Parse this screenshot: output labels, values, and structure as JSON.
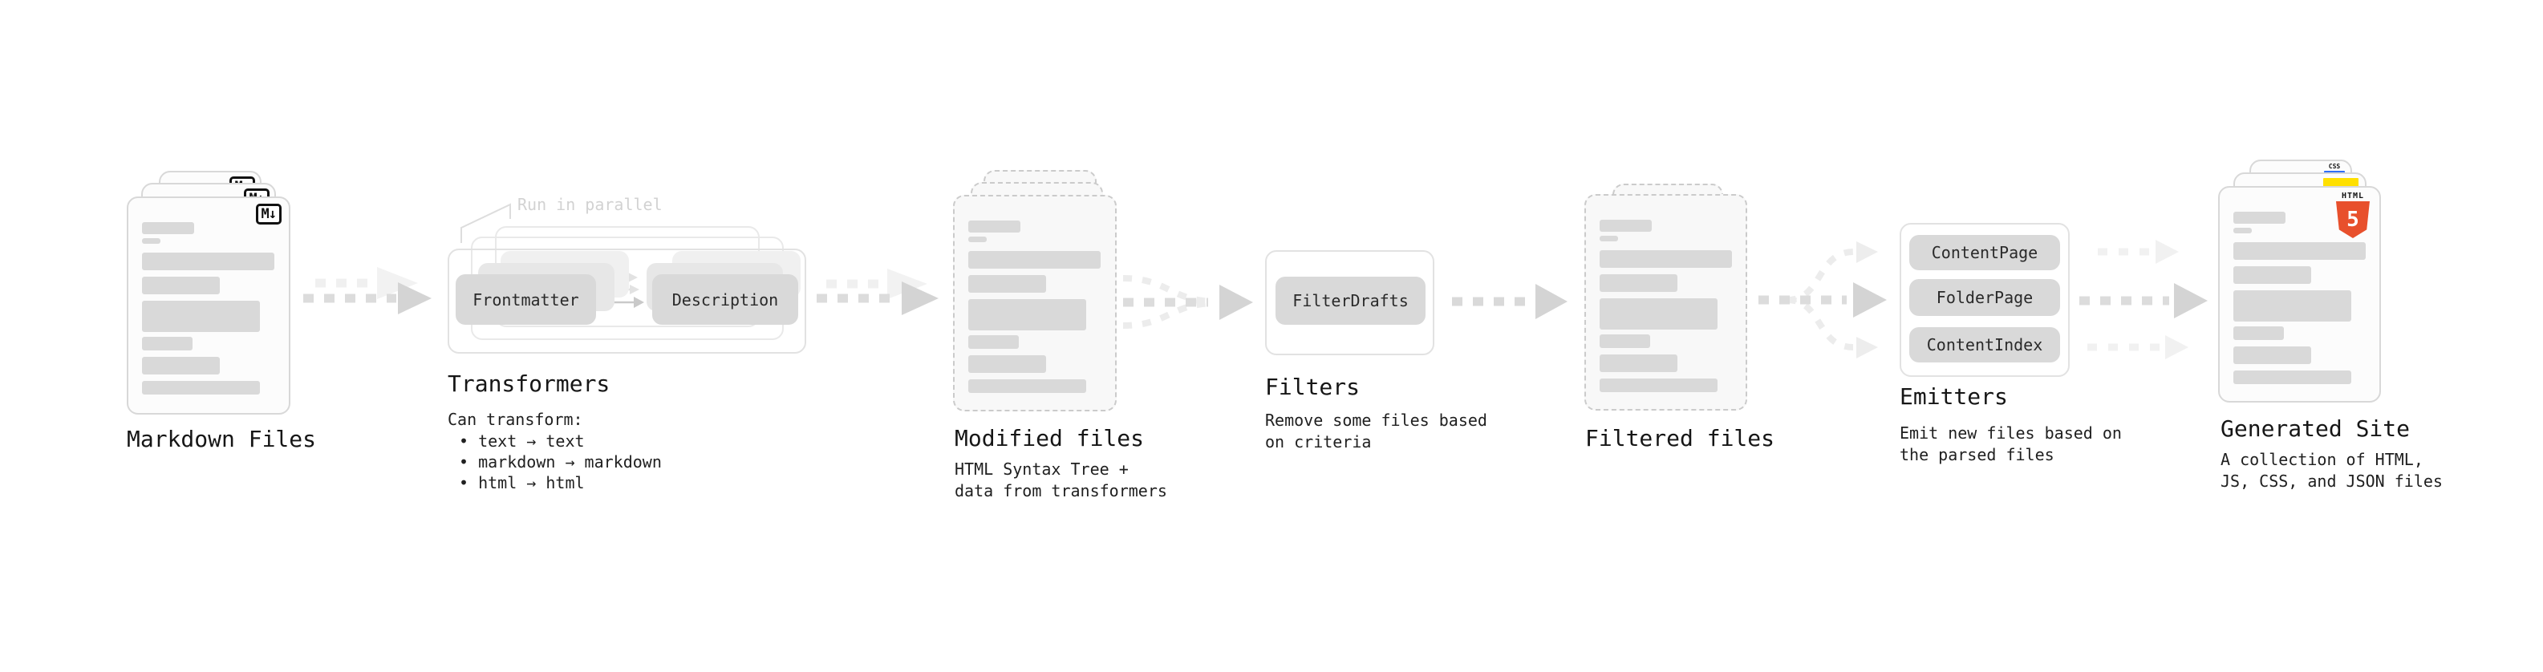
{
  "nodes": {
    "markdown_files": {
      "label": "Markdown Files",
      "file_icon_label": "M↓"
    },
    "transformers": {
      "annotation": "Run in parallel",
      "box_left": "Frontmatter",
      "box_right": "Description",
      "title": "Transformers",
      "subtitle": "Can transform:",
      "bullets": [
        "• text → text",
        "• markdown → markdown",
        "• html → html"
      ]
    },
    "modified_files": {
      "title": "Modified files",
      "desc1": "HTML Syntax Tree +",
      "desc2": "data from transformers"
    },
    "filters": {
      "box": "FilterDrafts",
      "title": "Filters",
      "desc1": "Remove some files based",
      "desc2": "on criteria"
    },
    "filtered_files": {
      "title": "Filtered files"
    },
    "emitters": {
      "box1": "ContentPage",
      "box2": "FolderPage",
      "box3": "ContentIndex",
      "title": "Emitters",
      "desc1": "Emit new files based on",
      "desc2": "the parsed files"
    },
    "generated_site": {
      "title": "Generated Site",
      "desc1": "A collection of HTML,",
      "desc2": "JS, CSS, and JSON files",
      "css_badge_label": "CSS",
      "html_badge_label": "HTML",
      "html_badge_number": "5"
    }
  },
  "colors": {
    "box_fill": "#d9d9d9",
    "ghost_fill": "#e7e7e7",
    "outline": "#e2e2e2",
    "card_border": "#d8d8d8",
    "dashed_border": "#cbcbcb",
    "placeholder_bar": "#d9d9d9",
    "arrow_main": "#d4d4d4",
    "arrow_dash": "#dcdcdc",
    "arrow_light": "#efefef",
    "title_text": "#161616",
    "annotation_text": "#d2d2d2",
    "html5_orange": "#e8502c",
    "js_yellow": "#ffe000",
    "css_blue": "#2f6df6"
  }
}
